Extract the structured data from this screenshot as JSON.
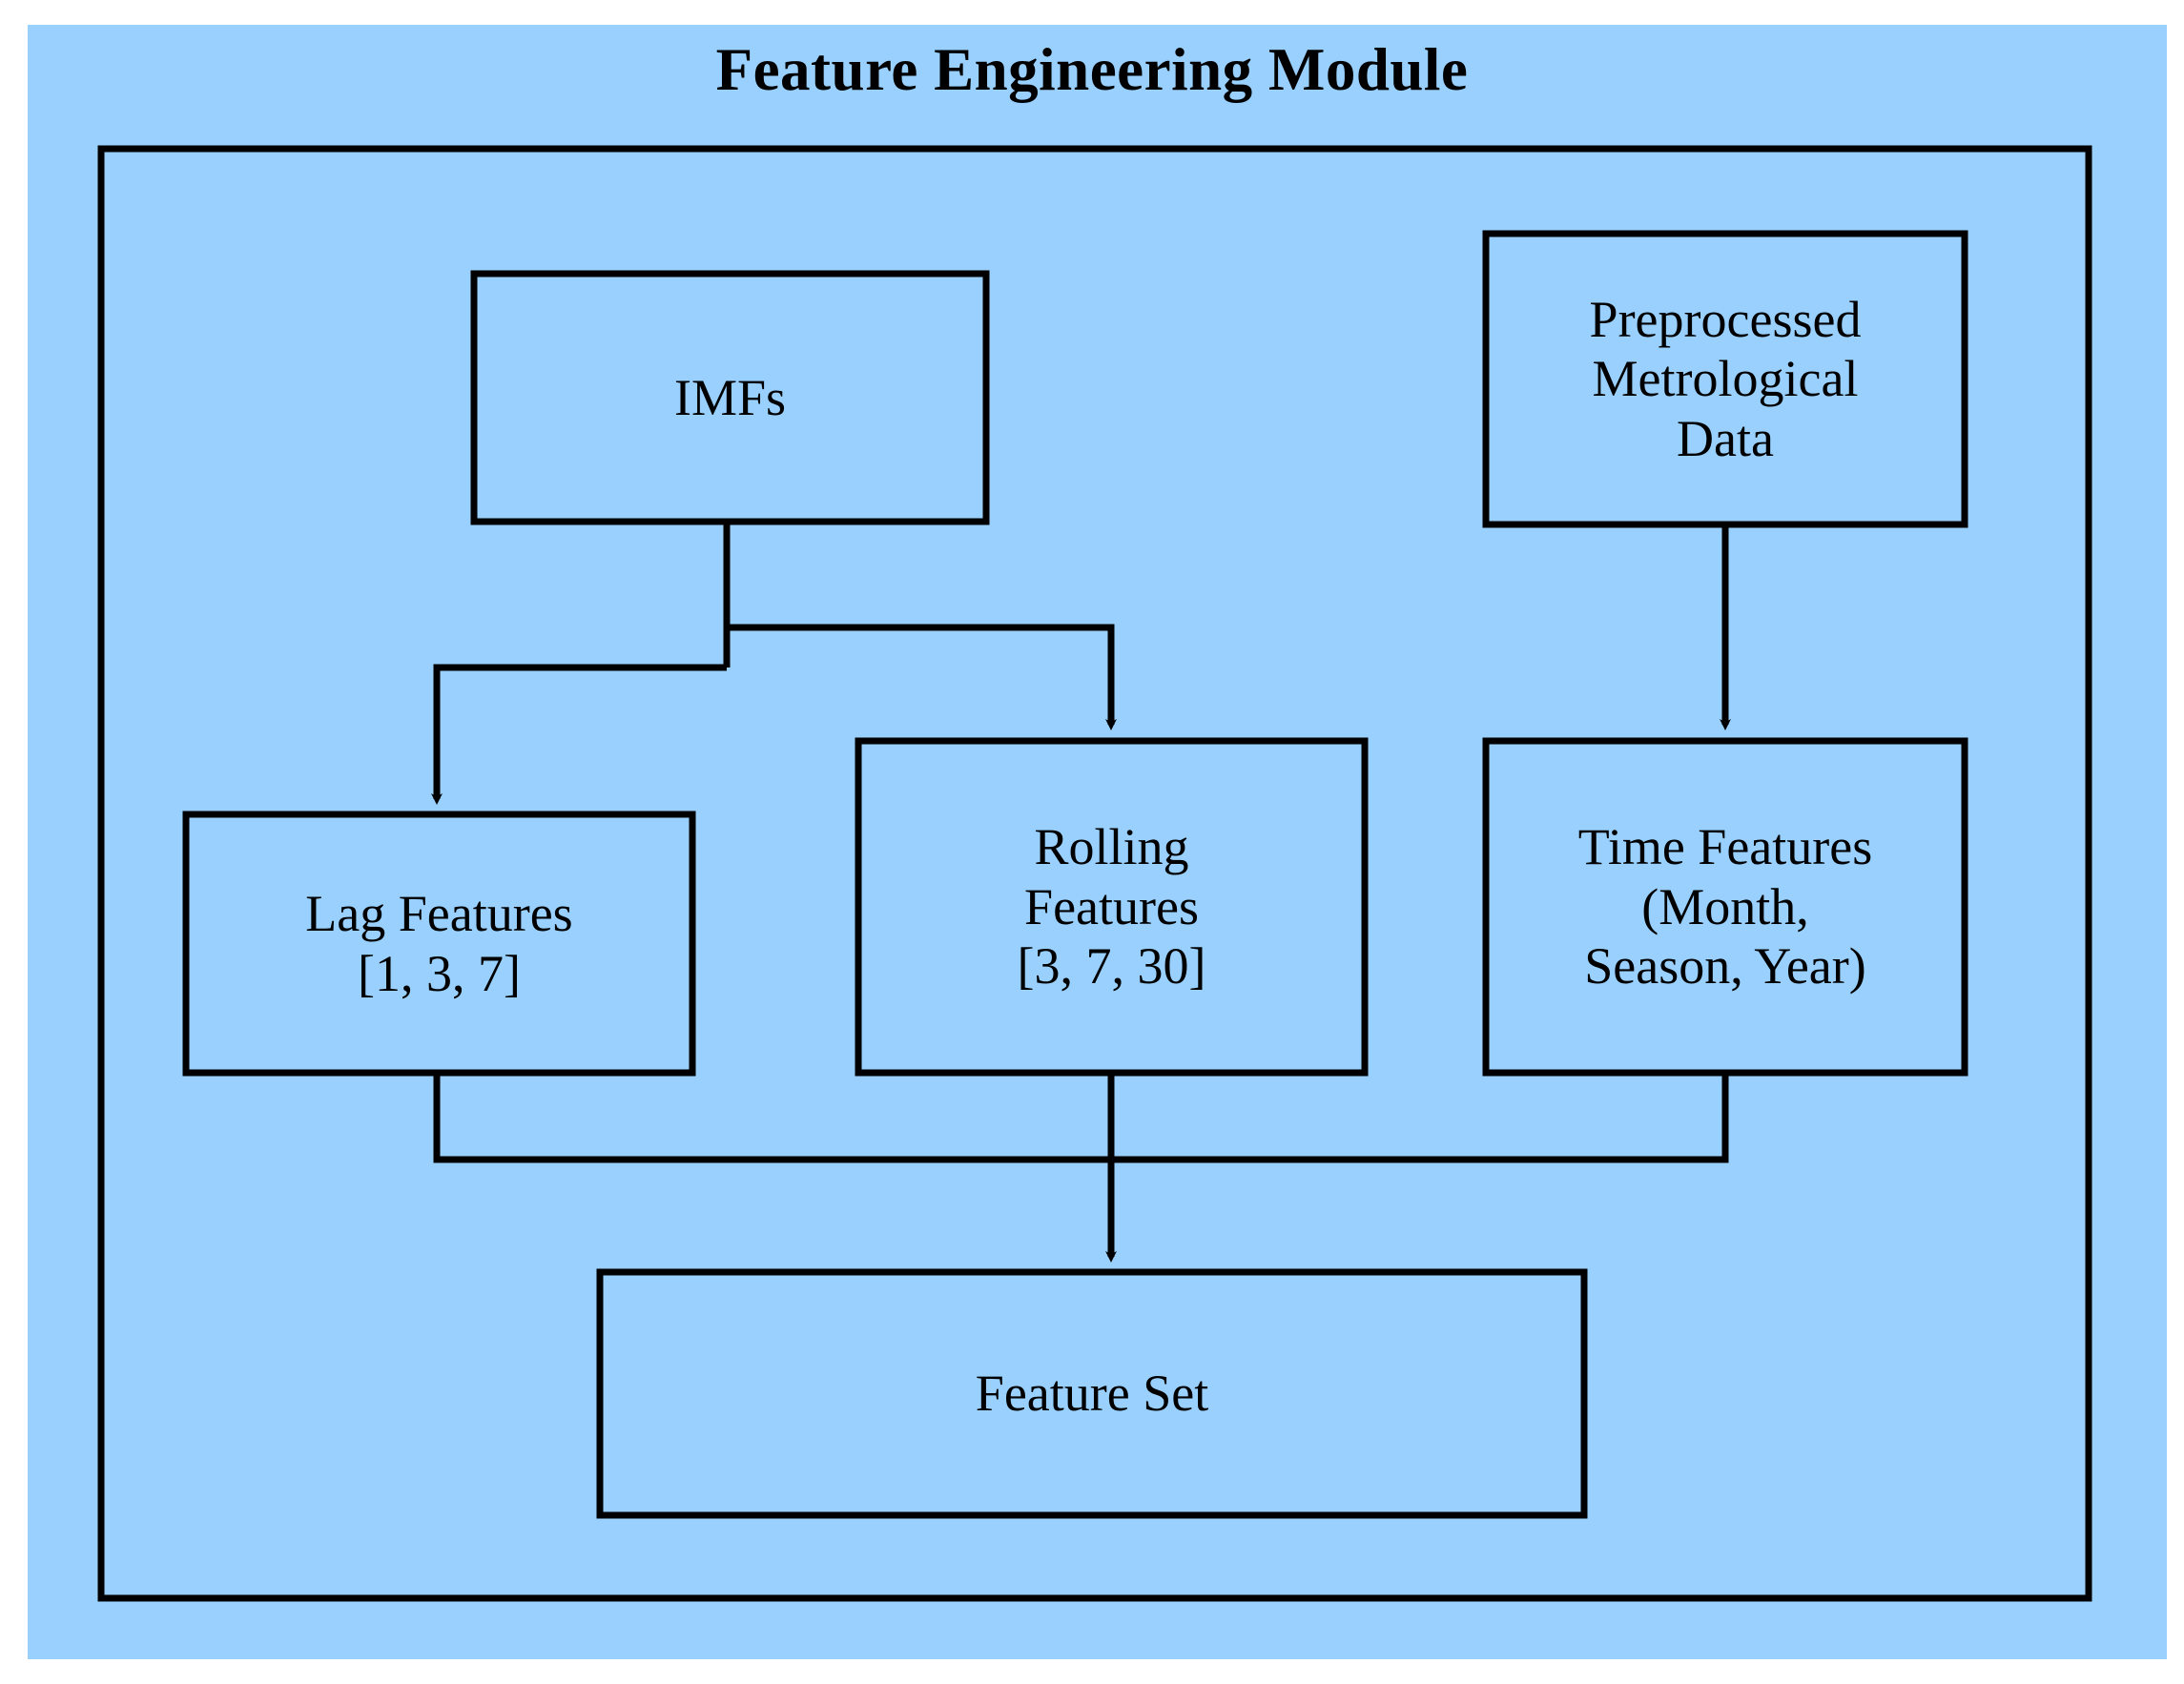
{
  "figure": {
    "title": "Feature Engineering Module",
    "background_color": "#99d0fd",
    "panel_border_color": "#000000",
    "text_color": "#000000",
    "node_fill_color": "#99d0fd"
  },
  "nodes": {
    "imfs": {
      "label": "IMFs"
    },
    "preprocessed_metrological_data": {
      "label": "Preprocessed\nMetrological\nData"
    },
    "lag_features": {
      "label": "Lag Features\n[1, 3, 7]"
    },
    "rolling_features": {
      "label": "Rolling\nFeatures\n[3, 7, 30]"
    },
    "time_features": {
      "label": "Time Features\n(Month,\nSeason, Year)"
    },
    "feature_set": {
      "label": "Feature Set"
    }
  },
  "edges": [
    {
      "from": "imfs",
      "to": "lag_features"
    },
    {
      "from": "imfs",
      "to": "rolling_features"
    },
    {
      "from": "preprocessed_metrological_data",
      "to": "time_features"
    },
    {
      "from": "lag_features",
      "to": "feature_set"
    },
    {
      "from": "rolling_features",
      "to": "feature_set"
    },
    {
      "from": "time_features",
      "to": "feature_set"
    }
  ]
}
